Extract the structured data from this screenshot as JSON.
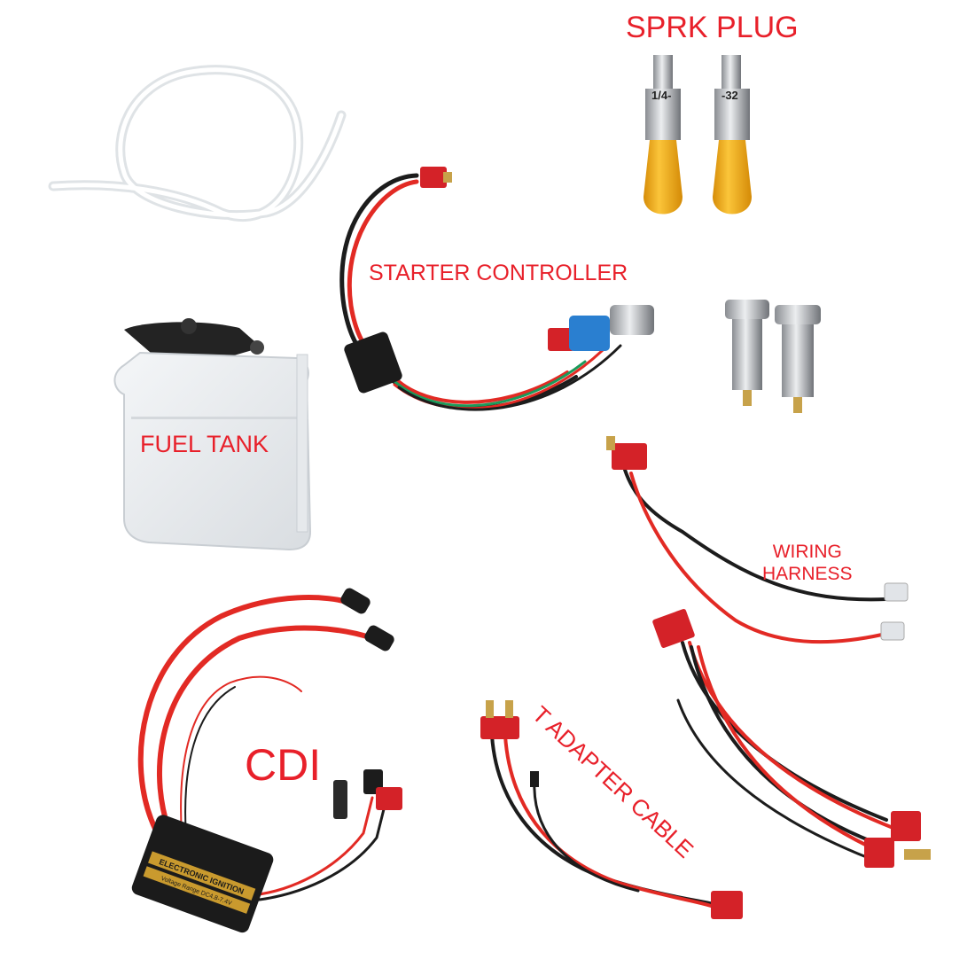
{
  "labels": {
    "spark_plug": "SPRK PLUG",
    "starter_controller": "STARTER CONTROLLER",
    "fuel_tank": "FUEL TANK",
    "wiring_harness_line1": "WIRING",
    "wiring_harness_line2": "HARNESS",
    "cdi": "CDI",
    "t_adapter_cable": "T ADAPTER CABLE"
  },
  "spark_plug_markings": [
    "1/4-",
    "-32"
  ],
  "cdi_module": {
    "line1": "ELECTRONIC IGNITION",
    "line2": "Voltage Range DC4.8-7.4V"
  },
  "colors": {
    "label_red": "#e8202a",
    "wire_red": "#e22a24",
    "wire_black": "#1c1c1c",
    "wire_green": "#1a9a5a",
    "connector_red": "#d42228",
    "plug_boot_yellow": "#f6b41a",
    "tank_white": "#eef0f2",
    "blue_connector": "#2a7fd0",
    "cdi_gold": "#c99a2e"
  }
}
